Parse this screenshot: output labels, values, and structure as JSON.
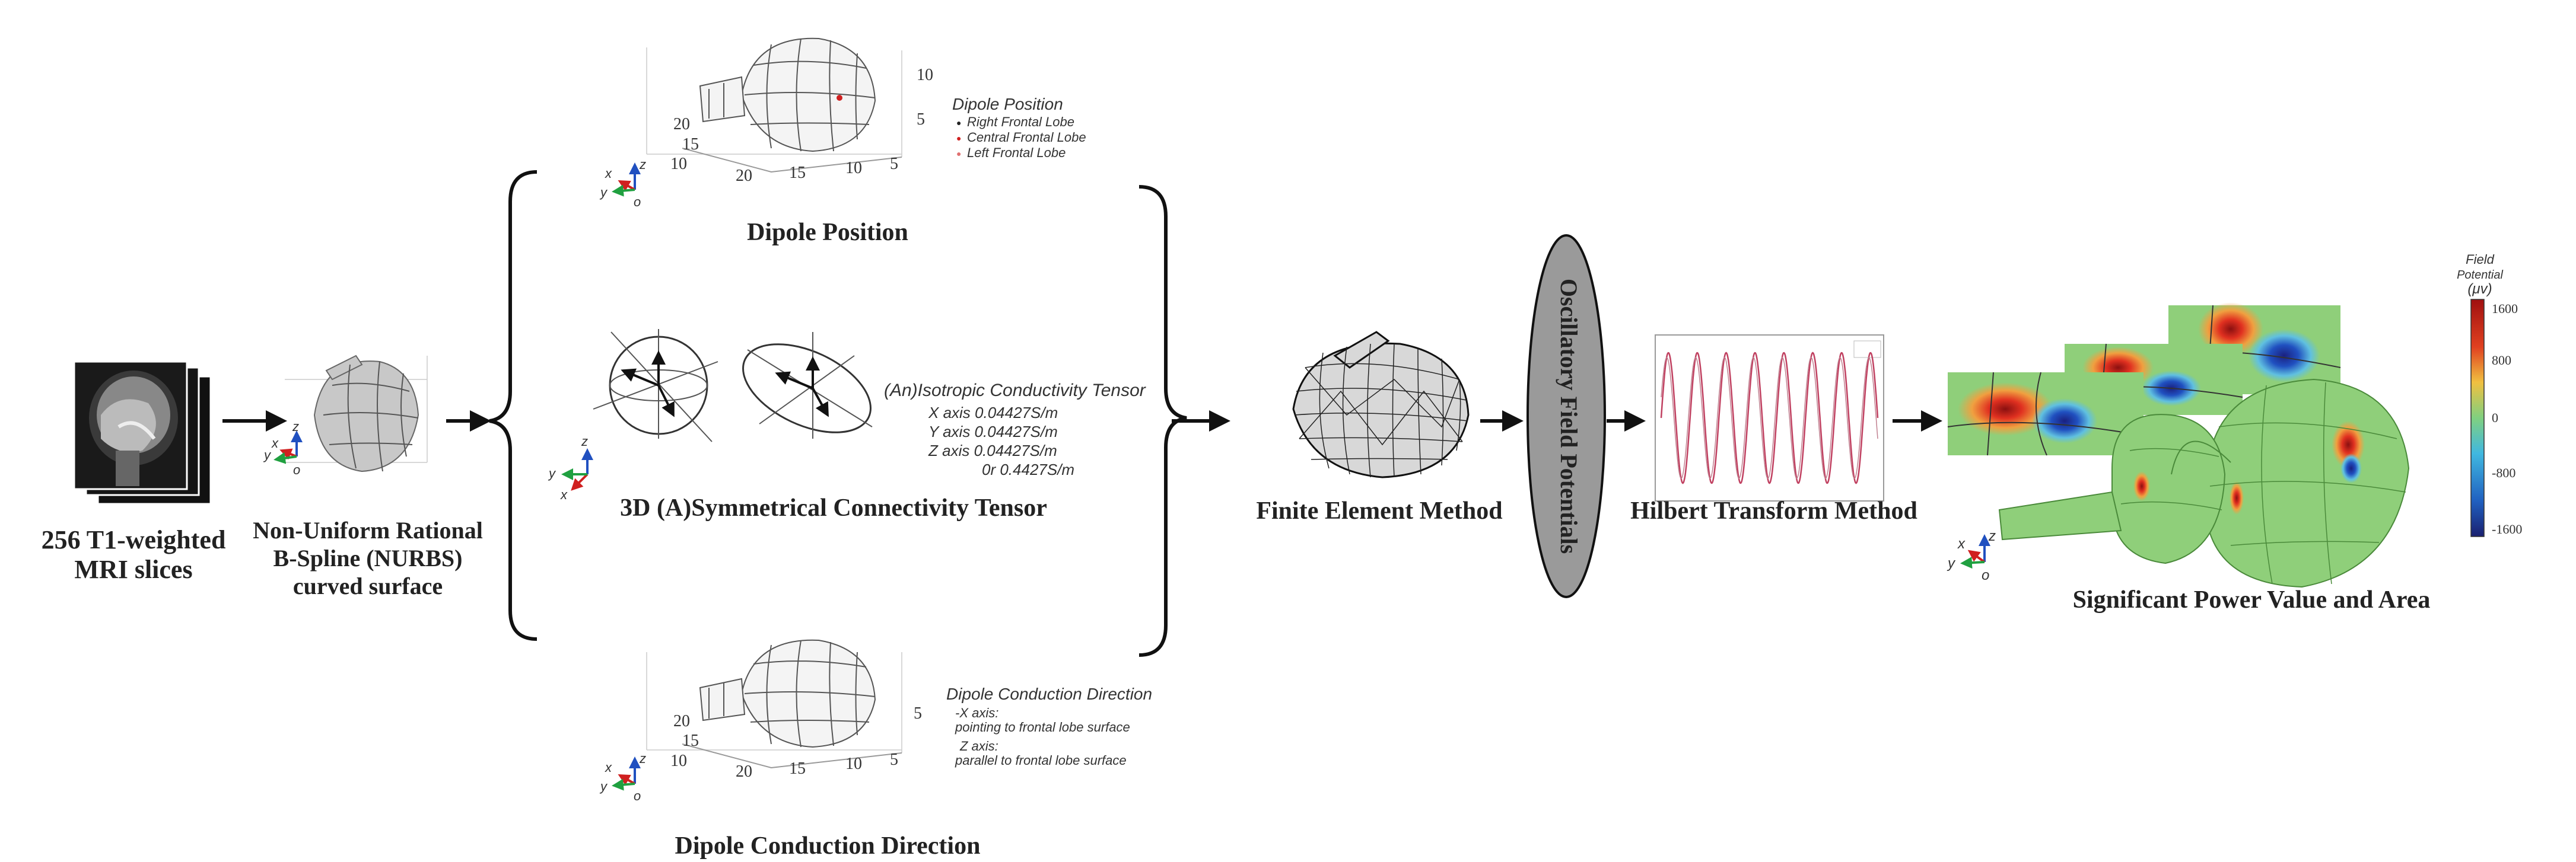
{
  "stages": {
    "mri": {
      "title_line1": "256 T1-weighted",
      "title_line2": "MRI slices"
    },
    "nurbs": {
      "title_line1": "Non-Uniform Rational",
      "title_line2": "B-Spline (NURBS)",
      "title_line3": "curved surface"
    },
    "dipole_position": {
      "title": "Dipole Position",
      "legend_title": "Dipole Position",
      "legend_items": [
        "Right Frontal Lobe",
        "Central Frontal Lobe",
        "Left Frontal Lobe"
      ],
      "ticks": [
        "10",
        "5",
        "20",
        "15",
        "10",
        "20",
        "15",
        "10",
        "5"
      ]
    },
    "tensor": {
      "title": "3D (A)Symmetrical Connectivity Tensor",
      "info_title": "(An)Isotropic Conductivity Tensor",
      "info_lines": [
        "X axis  0.04427S/m",
        "Y axis  0.04427S/m",
        "Z axis  0.04427S/m",
        "0r 0.4427S/m"
      ]
    },
    "dipole_direction": {
      "title": "Dipole Conduction Direction",
      "info_title": "Dipole Conduction Direction",
      "info_lines": [
        "-X axis:",
        "pointing to frontal lobe surface",
        "Z axis:",
        "parallel to frontal lobe surface"
      ],
      "ticks": [
        "5",
        "20",
        "15",
        "10",
        "20",
        "15",
        "10",
        "5"
      ]
    },
    "fem": {
      "title": "Finite Element Method"
    },
    "oscillatory": {
      "title": "Oscillatory  Field  Potentials"
    },
    "hilbert": {
      "title": "Hilbert Transform Method"
    },
    "result": {
      "title": "Significant Power Value and Area",
      "colorbar_title_line1": "Field",
      "colorbar_title_line2": "Potential",
      "colorbar_unit": "(μv)",
      "colorbar_ticks": [
        "1600",
        "800",
        "0",
        "-800",
        "-1600"
      ]
    }
  },
  "axis_labels": {
    "x": "x",
    "y": "y",
    "z": "z",
    "o": "o"
  },
  "colors": {
    "arrow": "#111111",
    "ellipse_fill": "#9a9a9a",
    "wave": "#c04060",
    "axis_x": "#d02020",
    "axis_y": "#20a040",
    "axis_z": "#2050c0",
    "surface_green": "#8fcf7a",
    "colorbar_top": "#b01818",
    "colorbar_bottom": "#1a2a8a"
  }
}
